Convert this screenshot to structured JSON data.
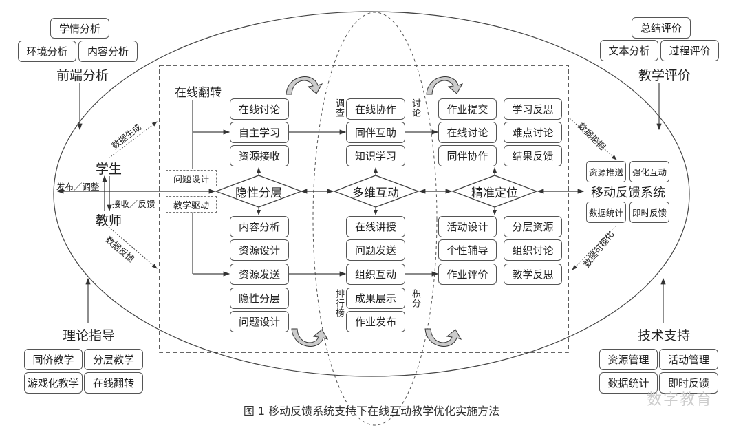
{
  "caption": "图 1    移动反馈系统支持下在线互动教学优化实施方法",
  "watermark": "数字教育",
  "corners": {
    "top_left": {
      "title": "前端分析",
      "items": [
        "学情分析",
        "环境分析",
        "内容分析"
      ]
    },
    "top_right": {
      "title": "教学评价",
      "items": [
        "总结评价",
        "文本分析",
        "过程评价"
      ]
    },
    "bottom_left": {
      "title": "理论指导",
      "items": [
        "同侪教学",
        "分层教学",
        "游戏化教学",
        "在线翻转"
      ]
    },
    "bottom_right": {
      "title": "技术支持",
      "items": [
        "资源管理",
        "活动管理",
        "数据统计",
        "即时反馈"
      ]
    }
  },
  "left": {
    "student": "学生",
    "teacher": "教师",
    "publish_adjust": "发布／调整",
    "receive_feedback": "接收／反馈",
    "data_generate": "数据生成",
    "data_feedback": "数据反馈"
  },
  "flip": {
    "title": "在线翻转",
    "question_design": "问题设计",
    "teaching_drive": "教学驱动"
  },
  "diamonds": [
    "隐性分层",
    "多维互动",
    "精准定位"
  ],
  "col1": {
    "top": [
      "在线讨论",
      "自主学习",
      "资源接收"
    ],
    "bottom": [
      "内容分析",
      "资源设计",
      "资源发送",
      "隐性分层",
      "问题设计"
    ]
  },
  "col2": {
    "top": [
      "在线协作",
      "同伴互助",
      "知识学习"
    ],
    "bottom": [
      "在线讲授",
      "问题发送",
      "组织互动",
      "成果展示",
      "作业发布"
    ],
    "side_labels": {
      "survey": "调查",
      "discuss": "讨论",
      "ranking": "排行榜",
      "points": "积分"
    }
  },
  "col3": {
    "top_left": [
      "作业提交",
      "在线讨论",
      "同伴协作"
    ],
    "top_right": [
      "学习反思",
      "难点讨论",
      "结果反馈"
    ],
    "bottom_left": [
      "活动设计",
      "个性辅导",
      "作业评价"
    ],
    "bottom_right": [
      "分层资源",
      "组织讨论",
      "教学反思"
    ]
  },
  "mobile": {
    "title": "移动反馈系统",
    "items": [
      "资源推送",
      "强化互动",
      "数据统计",
      "即时反馈"
    ],
    "data_mining": "数据挖掘",
    "data_visualization": "数据可视化"
  }
}
